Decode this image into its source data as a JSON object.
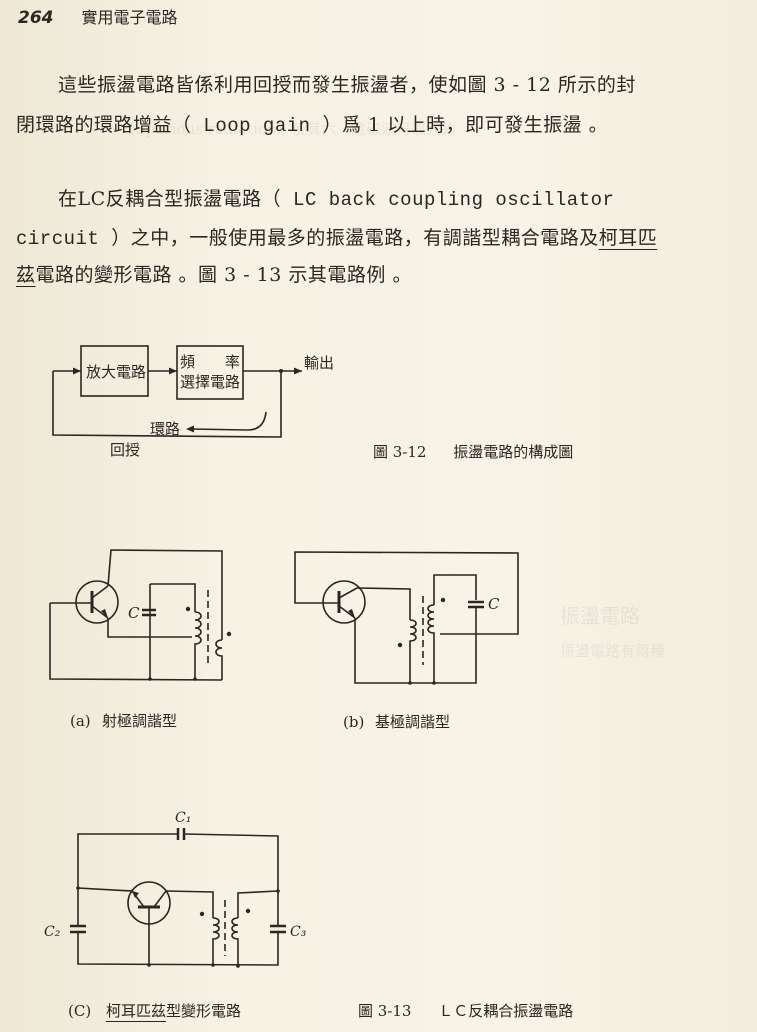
{
  "header": {
    "page_number": "264",
    "running_title": "實用電子電路"
  },
  "paragraphs": {
    "p1_line1": "這些振盪電路皆係利用回授而發生振盪者，使如圖 3 - 12 所示的封",
    "p1_line2_pre": "閉環路的環路增益（",
    "p1_line2_en": " Loop gain ",
    "p1_line2_post": "）爲 1 以上時，即可發生振盪 。",
    "p2_line1_pre": "在LC反耦合型振盪電路（",
    "p2_line1_en": " LC back coupling oscillator",
    "p2_line2_en": "circuit ",
    "p2_line2_mid": "）之中，一般使用最多的振盪電路，有調諧型耦合電路及",
    "p2_line2_u": "柯耳匹",
    "p2_line3_u": "茲",
    "p2_line3_post": "電路的變形電路 。圖 3 - 13 示其電路例 。"
  },
  "figure_3_12": {
    "block_amplifier": "放大電路",
    "block_freq_line1": "頻　　率",
    "block_freq_line2": "選擇電路",
    "output_label": "輸出",
    "loop_label": "環路",
    "feedback_label": "回授",
    "caption_num": "圖 3-12",
    "caption_text": "振盪電路的構成圖"
  },
  "figure_3_13": {
    "sub_a": {
      "tag": "(a)",
      "title": "射極調諧型",
      "cap_label": "C"
    },
    "sub_b": {
      "tag": "(b)",
      "title": "基極調諧型",
      "cap_label": "C"
    },
    "sub_c": {
      "tag": "(C)",
      "title_u": "柯耳匹茲",
      "title_rest": "型變形電路",
      "c1": "C₁",
      "c2": "C₂",
      "c3": "C₃"
    },
    "caption_num": "圖 3-13",
    "caption_text": "ＬＣ反耦合振盪電路"
  }
}
